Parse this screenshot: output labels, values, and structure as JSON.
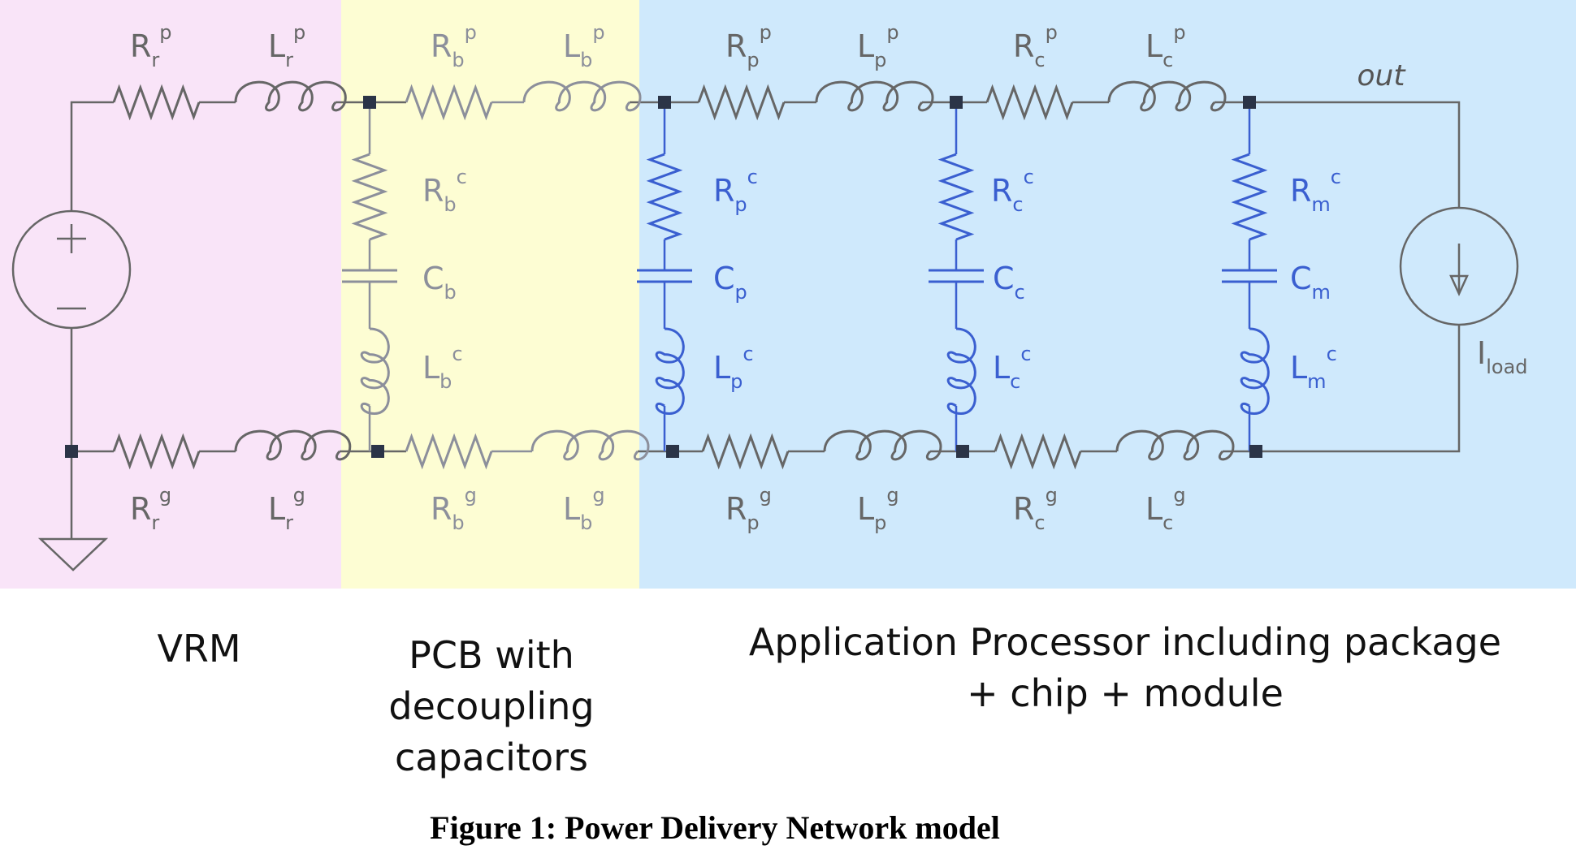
{
  "colors": {
    "vrm_region": "#f9e4f8",
    "pcb_region": "#fdfdd3",
    "ap_region": "#cfe9fc",
    "gray_wire": "#666666",
    "pcb_wire": "#8c8f9b",
    "ap_branch": "#3a5fd0",
    "node": "#2b3447"
  },
  "labels": {
    "out": "out",
    "vrm_top_r": {
      "base": "R",
      "sub": "r",
      "sup": "p"
    },
    "vrm_top_l": {
      "base": "L",
      "sub": "r",
      "sup": "p"
    },
    "vrm_bot_r": {
      "base": "R",
      "sub": "r",
      "sup": "g"
    },
    "vrm_bot_l": {
      "base": "L",
      "sub": "r",
      "sup": "g"
    },
    "pcb_top_r": {
      "base": "R",
      "sub": "b",
      "sup": "p"
    },
    "pcb_top_l": {
      "base": "L",
      "sub": "b",
      "sup": "p"
    },
    "pcb_bot_r": {
      "base": "R",
      "sub": "b",
      "sup": "g"
    },
    "pcb_bot_l": {
      "base": "L",
      "sub": "b",
      "sup": "g"
    },
    "pkg_top_r": {
      "base": "R",
      "sub": "p",
      "sup": "p"
    },
    "pkg_top_l": {
      "base": "L",
      "sub": "p",
      "sup": "p"
    },
    "pkg_bot_r": {
      "base": "R",
      "sub": "p",
      "sup": "g"
    },
    "pkg_bot_l": {
      "base": "L",
      "sub": "p",
      "sup": "g"
    },
    "chip_top_r": {
      "base": "R",
      "sub": "c",
      "sup": "p"
    },
    "chip_top_l": {
      "base": "L",
      "sub": "c",
      "sup": "p"
    },
    "chip_bot_r": {
      "base": "R",
      "sub": "c",
      "sup": "g"
    },
    "chip_bot_l": {
      "base": "L",
      "sub": "c",
      "sup": "g"
    },
    "b_rc": {
      "base": "R",
      "sub": "b",
      "sup": "c"
    },
    "b_c": {
      "base": "C",
      "sub": "b",
      "sup": ""
    },
    "b_lc": {
      "base": "L",
      "sub": "b",
      "sup": "c"
    },
    "p_rc": {
      "base": "R",
      "sub": "p",
      "sup": "c"
    },
    "p_c": {
      "base": "C",
      "sub": "p",
      "sup": ""
    },
    "p_lc": {
      "base": "L",
      "sub": "p",
      "sup": "c"
    },
    "c_rc": {
      "base": "R",
      "sub": "c",
      "sup": "c"
    },
    "c_c": {
      "base": "C",
      "sub": "c",
      "sup": ""
    },
    "c_lc": {
      "base": "L",
      "sub": "c",
      "sup": "c"
    },
    "m_rc": {
      "base": "R",
      "sub": "m",
      "sup": "c"
    },
    "m_c": {
      "base": "C",
      "sub": "m",
      "sup": ""
    },
    "m_lc": {
      "base": "L",
      "sub": "m",
      "sup": "c"
    },
    "iload": {
      "base": "I",
      "sub": "load",
      "sup": ""
    }
  },
  "regions": {
    "vrm": "VRM",
    "pcb": "PCB with\ndecoupling\ncapacitors",
    "ap": "Application Processor including package\n+ chip + module"
  },
  "caption": "Figure 1: Power Delivery Network model"
}
